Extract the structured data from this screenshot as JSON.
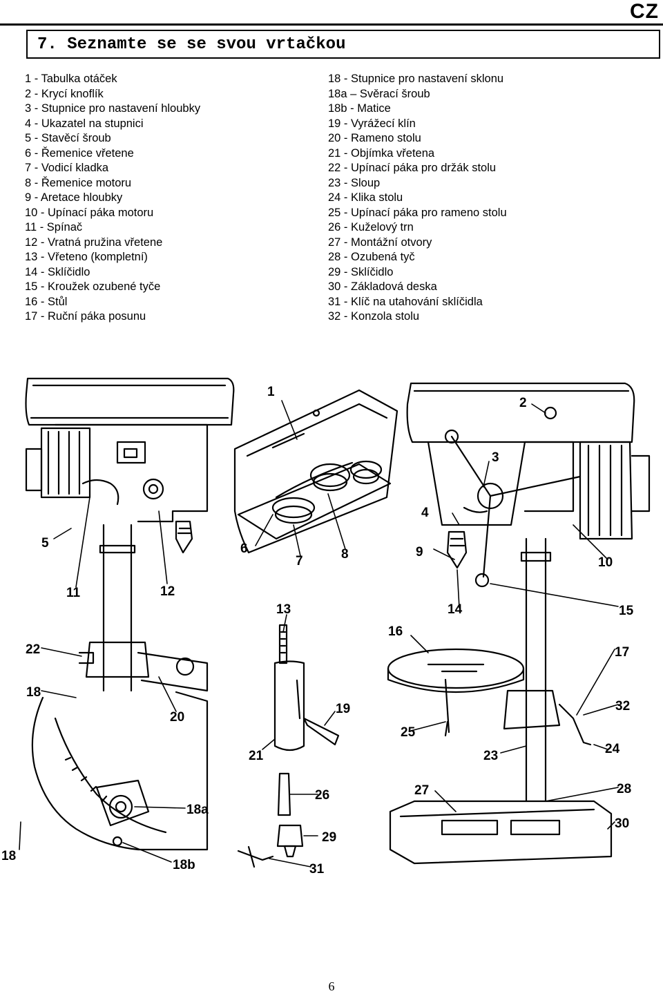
{
  "header": {
    "lang_tag": "CZ"
  },
  "section": {
    "title": "7.  Seznamte se se svou vrtačkou"
  },
  "parts_left": [
    "1 -  Tabulka otáček",
    "2 -  Krycí knoflík",
    "3 -  Stupnice pro nastavení hloubky",
    "4 -  Ukazatel na stupnici",
    "5 -  Stavěcí šroub",
    "6 -  Řemenice vřetene",
    "7 -  Vodicí kladka",
    "8 -  Řemenice motoru",
    "9  - Aretace hloubky",
    "10 -  Upínací páka motoru",
    "11 -  Spínač",
    "12 -  Vratná pružina vřetene",
    "13 -  Vřeteno (kompletní)",
    "14 -  Sklíčidlo",
    "15 -  Kroužek ozubené tyče",
    "16 -  Stůl",
    "17 -  Ruční páka posunu"
  ],
  "parts_right": [
    "18 -  Stupnice pro nastavení sklonu",
    "18a – Svěrací šroub",
    "18b - Matice",
    "19 -   Vyrážecí klín",
    "20 -  Rameno stolu",
    "21 -  Objímka vřetena",
    "22 -  Upínací páka pro držák stolu",
    "23 -  Sloup",
    "24 -  Klika stolu",
    "25 -  Upínací páka pro rameno stolu",
    "26 -  Kuželový trn",
    "27 -  Montážní otvory",
    "28 -  Ozubená tyč",
    "29 -  Sklíčidlo",
    "30 -  Základová deska",
    "31 -  Klíč na utahování sklíčidla",
    "32 -  Konzola stolu"
  ],
  "callouts": [
    "1",
    "2",
    "3",
    "4",
    "5",
    "6",
    "7",
    "8",
    "9",
    "10",
    "11",
    "12",
    "13",
    "14",
    "15",
    "16",
    "17",
    "18",
    "18",
    "18a",
    "18b",
    "19",
    "20",
    "21",
    "22",
    "23",
    "24",
    "25",
    "26",
    "27",
    "28",
    "29",
    "30",
    "31",
    "32"
  ],
  "footer": {
    "page_number": "6"
  }
}
